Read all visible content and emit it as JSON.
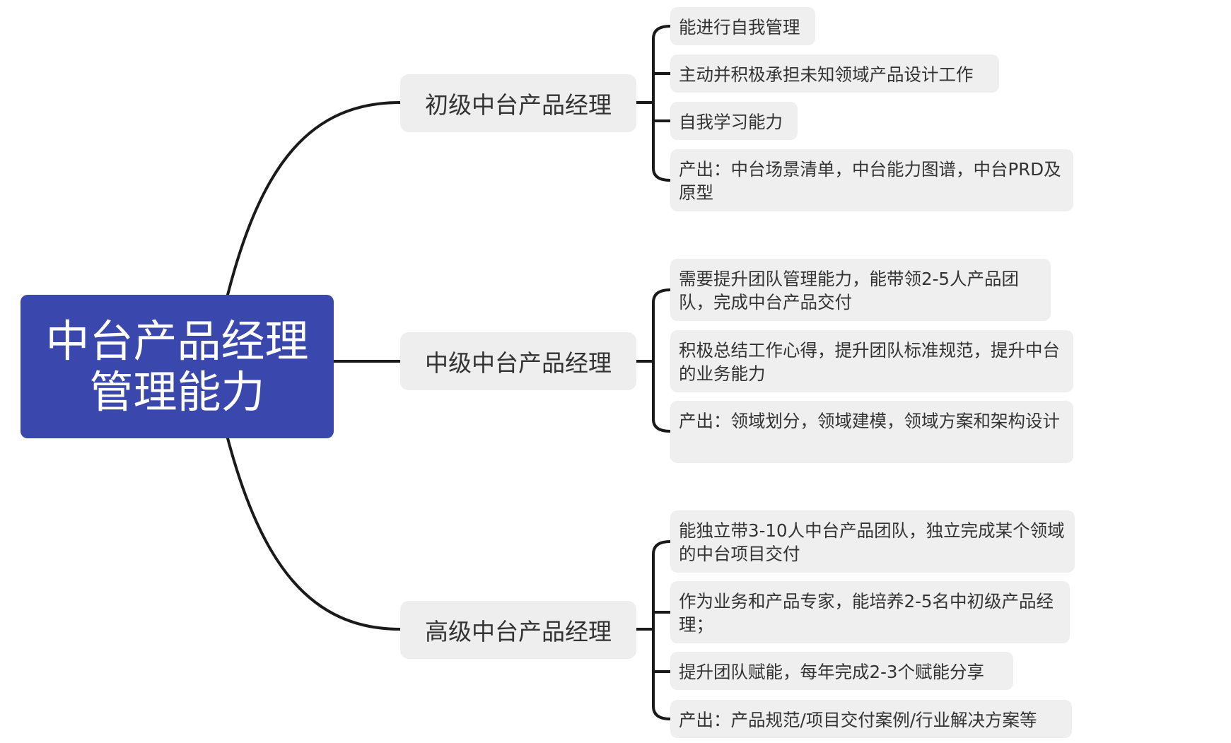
{
  "root": {
    "line1": "中台产品经理",
    "line2": "管理能力"
  },
  "branches": [
    {
      "label": "初级中台产品经理",
      "items": [
        "能进行自我管理",
        "主动并积极承担未知领域产品设计工作",
        "自我学习能力",
        "产出：中台场景清单，中台能力图谱，中台PRD及原型"
      ]
    },
    {
      "label": "中级中台产品经理",
      "items": [
        "需要提升团队管理能力，能带领2-5人产品团队，完成中台产品交付",
        "积极总结工作心得，提升团队标准规范，提升中台的业务能力",
        "产出：领域划分，领域建模，领域方案和架构设计"
      ]
    },
    {
      "label": "高级中台产品经理",
      "items": [
        "能独立带3-10人中台产品团队，独立完成某个领域的中台项目交付",
        "作为业务和产品专家，能培养2-5名中初级产品经理；",
        "提升团队赋能，每年完成2-3个赋能分享",
        "产出：产品规范/项目交付案例/行业解决方案等"
      ]
    }
  ],
  "colors": {
    "root_bg": "#3a47ad",
    "node_bg": "#eeeeee",
    "line": "#1a1a1a",
    "text": "#333333"
  }
}
